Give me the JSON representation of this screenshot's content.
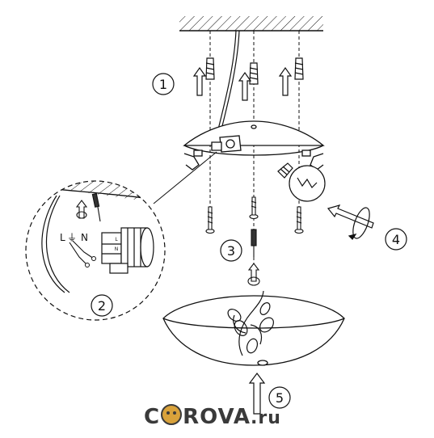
{
  "steps": [
    "1",
    "2",
    "3",
    "4",
    "5"
  ],
  "wiring": {
    "earth_symbol": "⏚",
    "live": "L",
    "neutral": "N"
  },
  "terminal": {
    "live": "L",
    "neutral": "N"
  },
  "brand": {
    "pre": "C",
    "post": "ROVA",
    "tld": ".ru"
  },
  "colors": {
    "ink": "#111111",
    "brand_face": "#d9a23b",
    "brand_text": "#3a3a3a"
  }
}
